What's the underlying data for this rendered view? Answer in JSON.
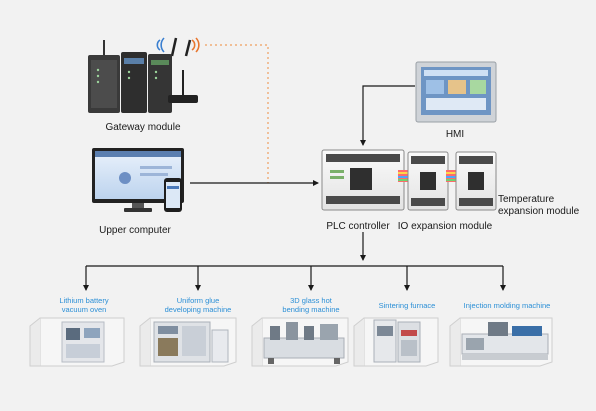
{
  "colors": {
    "background": "#f2f2f2",
    "connector_solid": "#1a1a1a",
    "connector_wireless": "#f0a060",
    "machine_label": "#2b8fd6",
    "device_label": "#1a1a1a",
    "wifi_blue": "#3a7fd0",
    "wifi_orange": "#e8762e"
  },
  "top_devices": {
    "gateway_label": "Gateway module",
    "hmi_label": "HMI",
    "upper_computer_label": "Upper computer",
    "plc_label": "PLC controller",
    "io_label": "IO expansion module",
    "temperature_label_line1": "Temperature",
    "temperature_label_line2": "expansion module"
  },
  "machines": [
    {
      "label_line1": "Lithium battery",
      "label_line2": "vacuum oven",
      "icon": "vacuum-oven-icon"
    },
    {
      "label_line1": "Uniform glue",
      "label_line2": "developing machine",
      "icon": "glue-developing-machine-icon"
    },
    {
      "label_line1": "3D glass hot",
      "label_line2": "bending machine",
      "icon": "glass-bending-machine-icon"
    },
    {
      "label_line1": "Sintering furnace",
      "label_line2": "",
      "icon": "sintering-furnace-icon"
    },
    {
      "label_line1": "Injection molding machine",
      "label_line2": "",
      "icon": "injection-molding-machine-icon"
    }
  ]
}
